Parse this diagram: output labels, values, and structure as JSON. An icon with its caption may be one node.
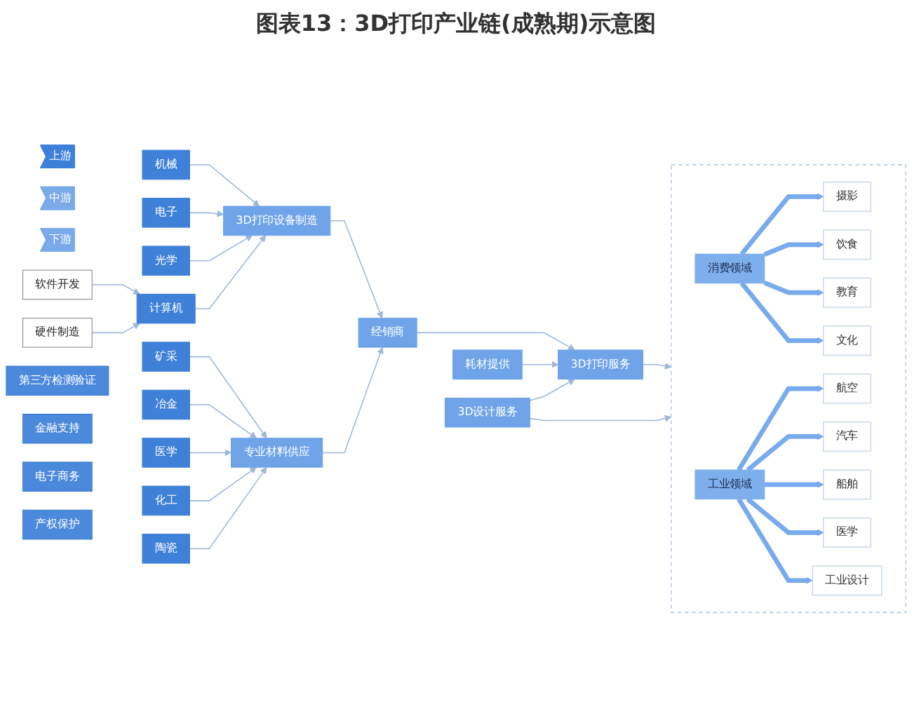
{
  "diagram": {
    "title": "图表13：3D打印产业链(成熟期)示意图",
    "nodes": [
      {
        "text": [
          "上游"
        ]
      },
      {
        "text": [
          "中游"
        ]
      },
      {
        "text": [
          "下游"
        ]
      },
      {
        "text": [
          "机械"
        ]
      },
      {
        "text": [
          "电子"
        ]
      },
      {
        "text": [
          "光学"
        ]
      },
      {
        "text": [
          "软件开发"
        ]
      },
      {
        "text": [
          "硬件制造"
        ]
      },
      {
        "text": [
          "计算机"
        ]
      },
      {
        "text": [
          "3D打印设备制造"
        ]
      },
      {
        "text": [
          "矿采"
        ]
      },
      {
        "text": [
          "冶金"
        ]
      },
      {
        "text": [
          "医学"
        ]
      },
      {
        "text": [
          "化工"
        ]
      },
      {
        "text": [
          "陶瓷"
        ]
      },
      {
        "text": [
          "专业材料供应"
        ]
      },
      {
        "text": [
          "经销商"
        ]
      },
      {
        "text": [
          "3D打印服务"
        ]
      },
      {
        "text": [
          "耗材提供"
        ]
      },
      {
        "text": [
          "3D设计服务"
        ]
      },
      {
        "text": [],
        "shape": "box"
      },
      {
        "text": [
          "消费领域"
        ],
        "in": 20
      },
      {
        "text": [
          "摄影"
        ],
        "in": 20
      },
      {
        "text": [
          "饮食"
        ],
        "in": 20
      },
      {
        "text": [
          "教育"
        ],
        "in": 20
      },
      {
        "text": [
          "文化"
        ],
        "in": 20
      },
      {
        "text": [
          "工业领域"
        ],
        "in": 20
      },
      {
        "text": [
          "航空"
        ],
        "in": 20
      },
      {
        "text": [
          "汽车"
        ],
        "in": 20
      },
      {
        "text": [
          "船舶"
        ],
        "in": 20
      },
      {
        "text": [
          "医学"
        ],
        "in": 20
      },
      {
        "text": [
          "工业设计"
        ],
        "in": 20
      },
      {
        "text": [
          "第三方检测验证"
        ]
      },
      {
        "text": [
          "金融支持"
        ]
      },
      {
        "text": [
          "电子商务"
        ]
      },
      {
        "text": [
          "产权保护"
        ]
      }
    ],
    "edges": [
      {
        "from": 3,
        "to": 9,
        "arrow": "to"
      },
      {
        "from": 4,
        "to": 9,
        "arrow": "to"
      },
      {
        "from": 5,
        "to": 9,
        "arrow": "to"
      },
      {
        "from": 8,
        "to": 9,
        "arrow": "to"
      },
      {
        "from": 6,
        "to": 8,
        "arrow": "to"
      },
      {
        "from": 7,
        "to": 8,
        "arrow": "to"
      },
      {
        "from": 10,
        "to": 15,
        "arrow": "to"
      },
      {
        "from": 11,
        "to": 15,
        "arrow": "to"
      },
      {
        "from": 12,
        "to": 15,
        "arrow": "to"
      },
      {
        "from": 13,
        "to": 15,
        "arrow": "to"
      },
      {
        "from": 14,
        "to": 15,
        "arrow": "to"
      },
      {
        "from": 9,
        "to": 16,
        "arrow": "to"
      },
      {
        "from": 15,
        "to": 16,
        "arrow": "to"
      },
      {
        "from": 16,
        "to": 17,
        "arrow": "to"
      },
      {
        "from": 18,
        "to": 17,
        "arrow": "to"
      },
      {
        "from": 19,
        "to": 17,
        "arrow": "to"
      },
      {
        "from": 17,
        "to": 20,
        "arrow": "to"
      },
      {
        "from": 19,
        "to": 20,
        "arrow": "to"
      },
      {
        "from": 21,
        "to": 22,
        "arrow": "to",
        "style": "thick",
        "color": "#78aaee"
      },
      {
        "from": 21,
        "to": 23,
        "arrow": "to",
        "style": "thick",
        "color": "#78aaee"
      },
      {
        "from": 21,
        "to": 24,
        "arrow": "to",
        "style": "thick",
        "color": "#78aaee"
      },
      {
        "from": 21,
        "to": 25,
        "arrow": "to",
        "style": "thick",
        "color": "#78aaee"
      },
      {
        "from": 26,
        "to": 27,
        "arrow": "to",
        "style": "thick",
        "color": "#78aaee"
      },
      {
        "from": 26,
        "to": 28,
        "arrow": "to",
        "style": "thick",
        "color": "#78aaee"
      },
      {
        "from": 26,
        "to": 29,
        "arrow": "to",
        "style": "thick",
        "color": "#78aaee"
      },
      {
        "from": 26,
        "to": 30,
        "arrow": "to",
        "style": "thick",
        "color": "#78aaee"
      },
      {
        "from": 26,
        "to": 31,
        "arrow": "to",
        "style": "thick",
        "color": "#78aaee"
      }
    ]
  }
}
